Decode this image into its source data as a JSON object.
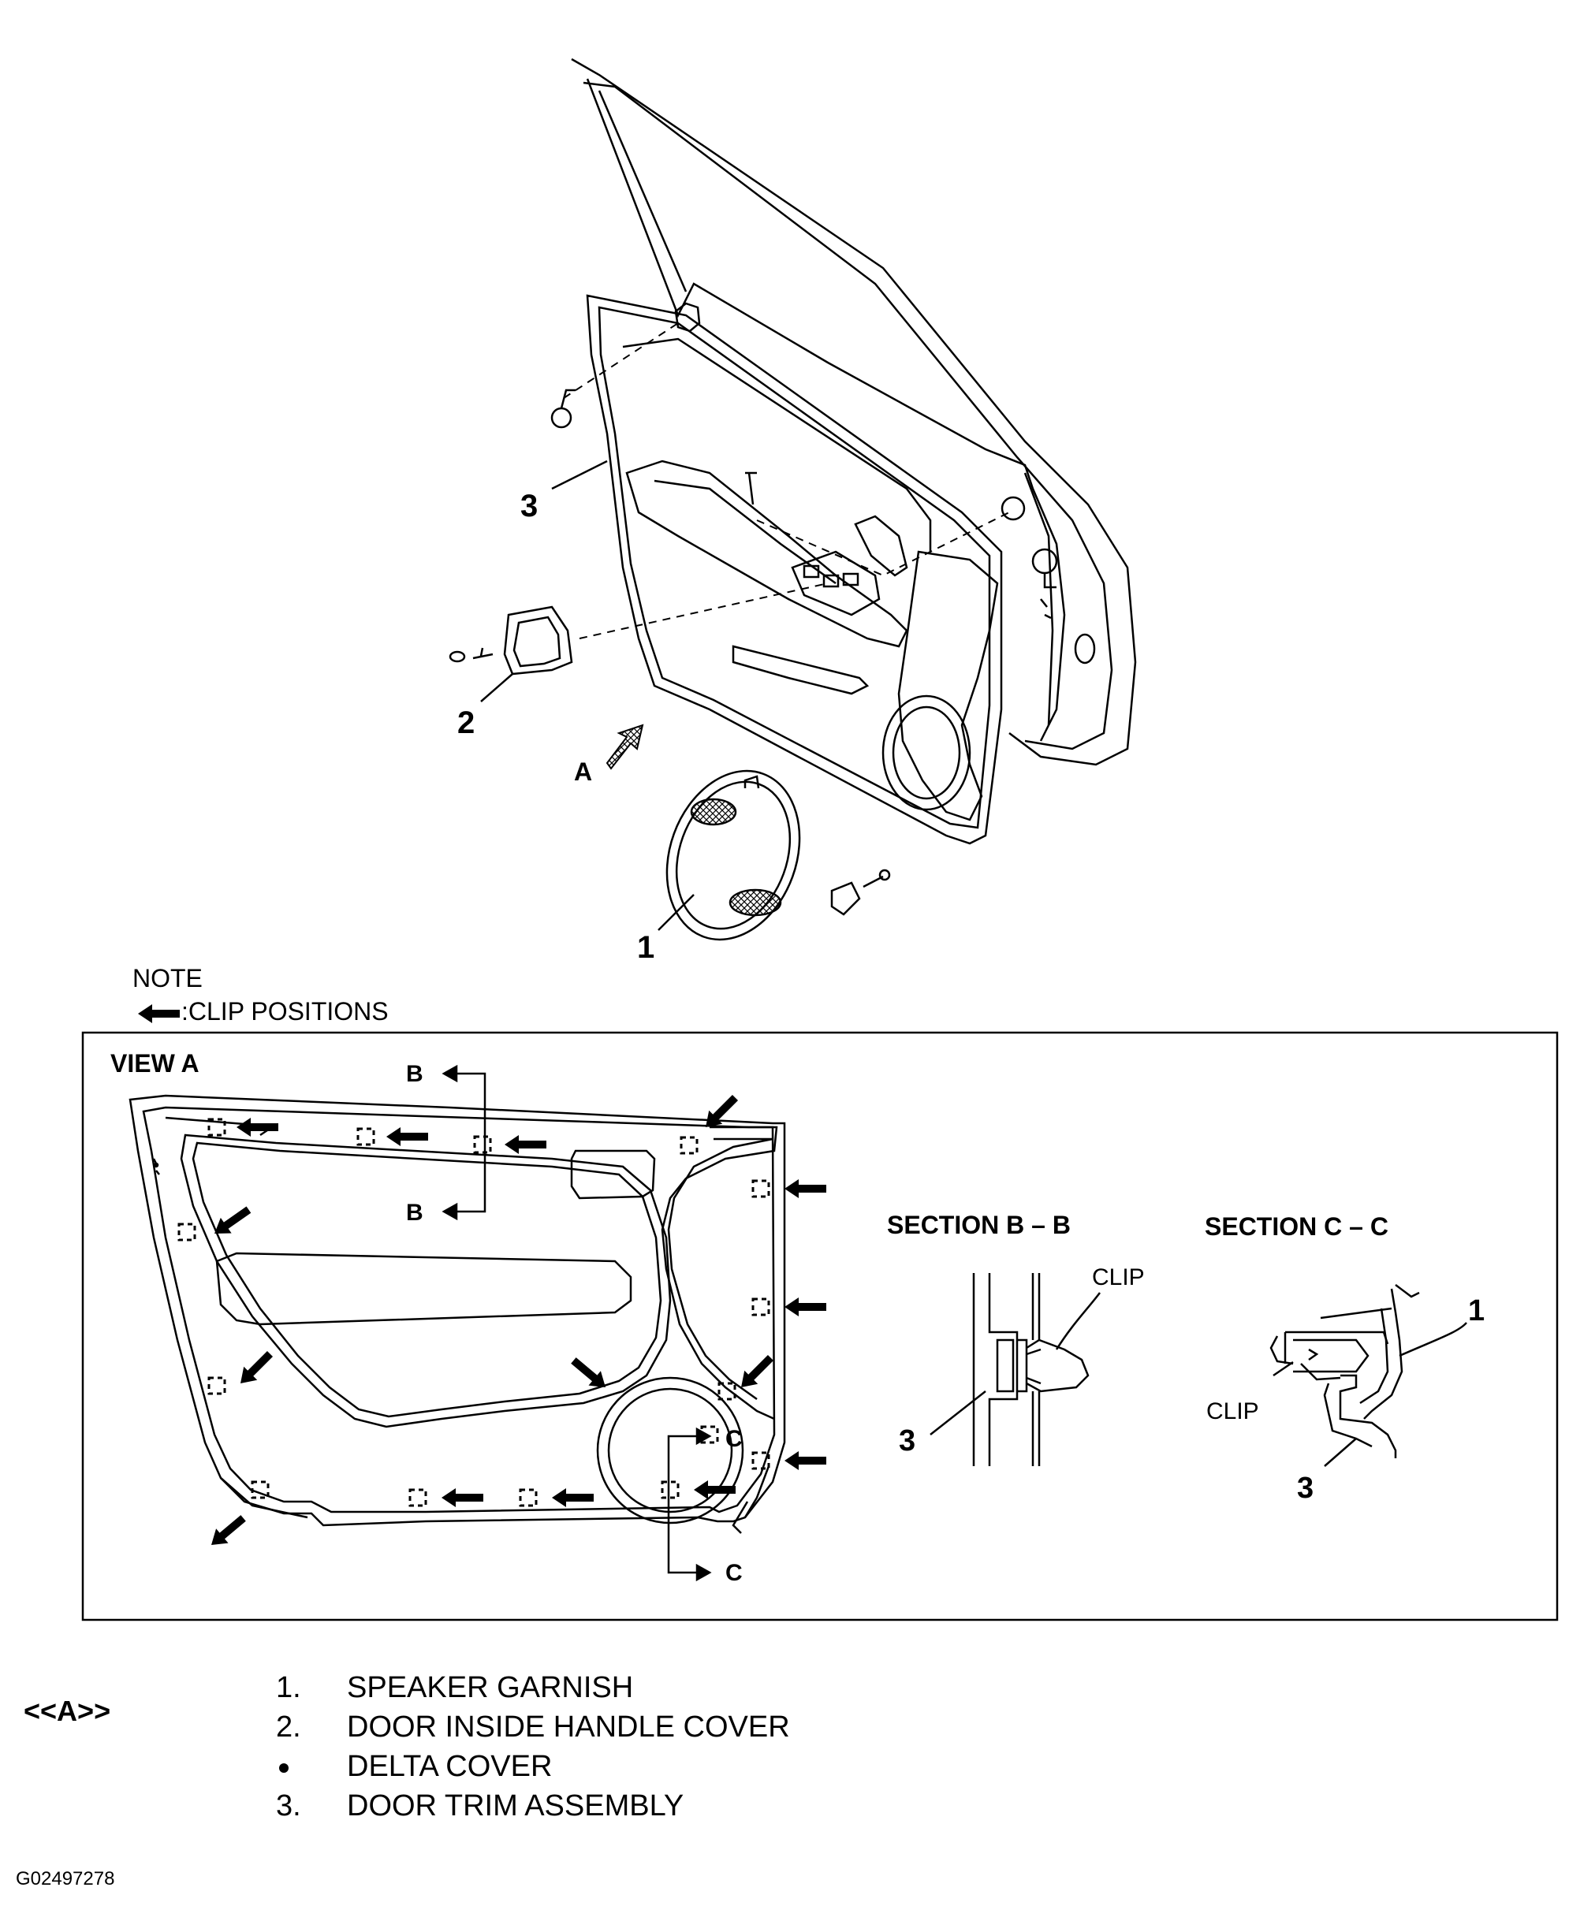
{
  "callouts": {
    "c1": "1",
    "c2": "2",
    "c3": "3",
    "view_letter": "A"
  },
  "note": {
    "title": "NOTE",
    "clip_positions": ":CLIP POSITIONS"
  },
  "view_a": {
    "title": "VIEW A",
    "section_b_top": "B",
    "section_b_bottom": "B",
    "section_c_top": "C",
    "section_c_bottom": "C"
  },
  "section_bb": {
    "title": "SECTION B – B",
    "clip_label": "CLIP",
    "callout_3": "3"
  },
  "section_cc": {
    "title": "SECTION C – C",
    "clip_label": "CLIP",
    "callout_1": "1",
    "callout_3": "3"
  },
  "procedure_code": "<<A>>",
  "legend": [
    {
      "number": "1.",
      "label": "SPEAKER GARNISH"
    },
    {
      "number": "2.",
      "label": "DOOR INSIDE HANDLE COVER"
    },
    {
      "number": "",
      "label": "DELTA COVER"
    },
    {
      "number": "3.",
      "label": "DOOR TRIM ASSEMBLY"
    }
  ],
  "image_id": "G02497278"
}
